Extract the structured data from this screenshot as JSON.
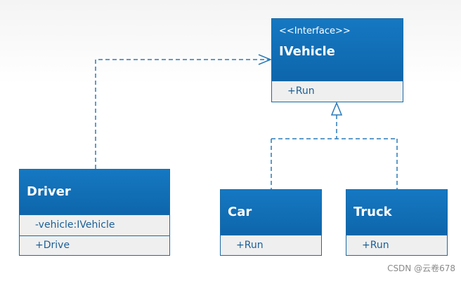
{
  "diagram": {
    "interface": {
      "stereotype": "<<Interface>>",
      "name": "IVehicle",
      "methods": [
        "+Run"
      ]
    },
    "classes": {
      "driver": {
        "name": "Driver",
        "fields": [
          "-vehicle:IVehicle"
        ],
        "methods": [
          "+Drive"
        ]
      },
      "car": {
        "name": "Car",
        "methods": [
          "+Run"
        ]
      },
      "truck": {
        "name": "Truck",
        "methods": [
          "+Run"
        ]
      }
    },
    "relationships": [
      {
        "from": "Driver",
        "to": "IVehicle",
        "kind": "dependency"
      },
      {
        "from": "Car",
        "to": "IVehicle",
        "kind": "realization"
      },
      {
        "from": "Truck",
        "to": "IVehicle",
        "kind": "realization"
      }
    ],
    "colors": {
      "header": "#0e66ab",
      "border": "#1a6aa6",
      "line": "#2a7ab8",
      "row_bg": "#efefef"
    }
  },
  "watermark": "CSDN @云卷678"
}
